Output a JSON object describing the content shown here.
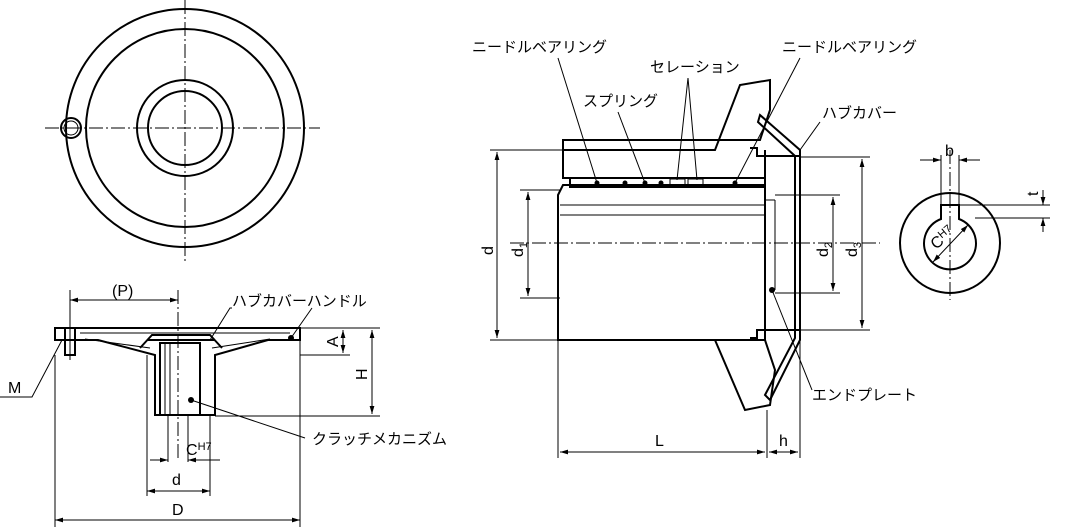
{
  "labels": {
    "needle_bearing_left": "ニードルベアリング",
    "needle_bearing_right": "ニードルベアリング",
    "serration": "セレーション",
    "spring": "スプリング",
    "hub_cover": "ハブカバー",
    "end_plate": "エンドプレート",
    "hub_cover_handle": "ハブカバーハンドル",
    "clutch_mechanism": "クラッチメカニズム"
  },
  "dimensions": {
    "P": "(P)",
    "A": "A",
    "H": "H",
    "M": "M",
    "C": "C",
    "H7": "H7",
    "d_front": "d",
    "D": "D",
    "d": "d",
    "d1_base": "d",
    "d1_sub": "1",
    "d2_base": "d",
    "d2_sub": "2",
    "d3_base": "d",
    "d3_sub": "3",
    "L": "L",
    "h": "h",
    "b": "b",
    "t": "t",
    "key_C": "C",
    "key_H7": "H7"
  }
}
